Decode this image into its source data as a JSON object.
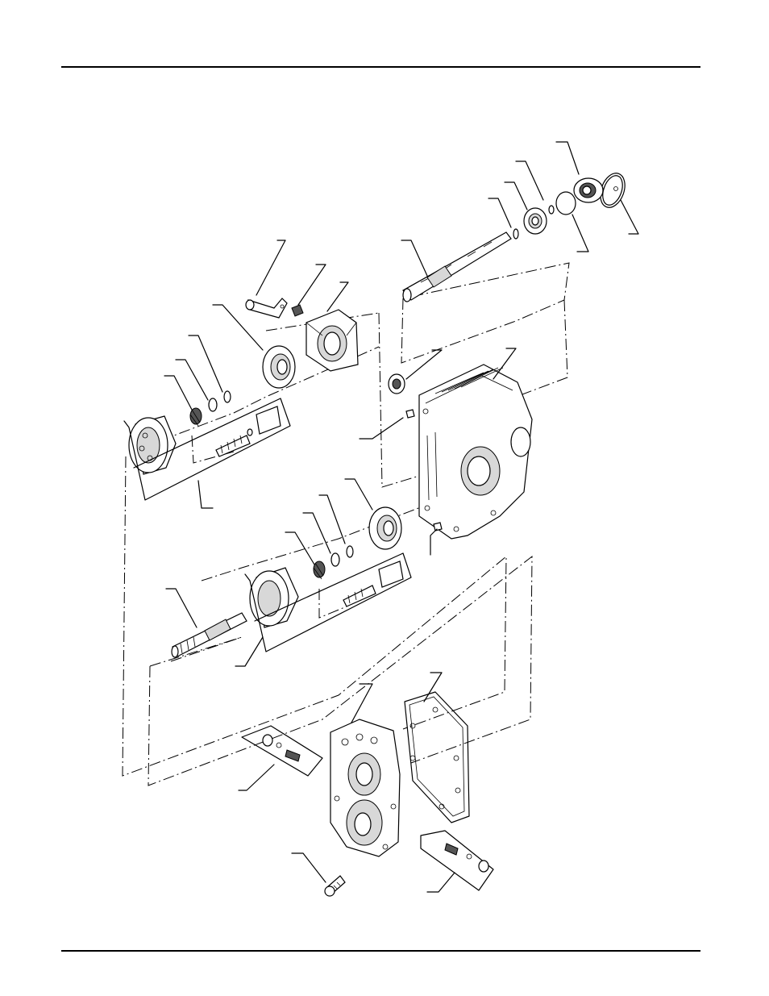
{
  "figure": {
    "description_visible_text": [],
    "callouts": [
      {
        "id": "bearing-retaining-ring"
      },
      {
        "id": "bearing-outer"
      },
      {
        "id": "bearing-ring"
      },
      {
        "id": "bearing-inner"
      },
      {
        "id": "shaft-ring"
      },
      {
        "id": "output-shaft"
      },
      {
        "id": "control-arm"
      },
      {
        "id": "slot-guide-block"
      },
      {
        "id": "swashplate-housing"
      },
      {
        "id": "thrust-bearing-upper"
      },
      {
        "id": "retaining-ring-upper"
      },
      {
        "id": "washer-upper"
      },
      {
        "id": "spring-upper"
      },
      {
        "id": "cylinder-block-upper"
      },
      {
        "id": "motor-kit-upper"
      },
      {
        "id": "shaft-seal"
      },
      {
        "id": "main-housing"
      },
      {
        "id": "dowel-pin-upper"
      },
      {
        "id": "thrust-bearing-lower"
      },
      {
        "id": "retaining-ring-lower"
      },
      {
        "id": "washer-lower"
      },
      {
        "id": "spring-lower"
      },
      {
        "id": "input-shaft"
      },
      {
        "id": "pump-kit-lower"
      },
      {
        "id": "dowel-pin-lower"
      },
      {
        "id": "gasket"
      },
      {
        "id": "center-section"
      },
      {
        "id": "check-valve-kit-left"
      },
      {
        "id": "bolt"
      },
      {
        "id": "check-valve-kit-right"
      }
    ]
  }
}
